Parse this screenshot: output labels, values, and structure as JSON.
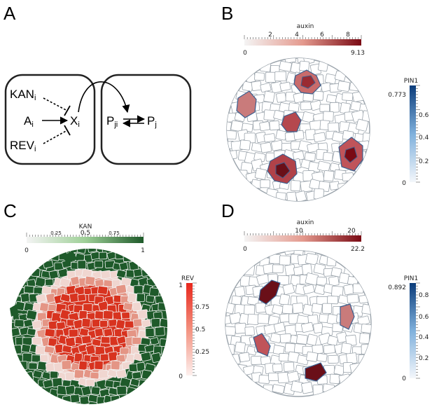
{
  "panels": {
    "A": {
      "letter": "A",
      "nodes": {
        "kan": "KAN",
        "kan_sub": "i",
        "a": "A",
        "a_sub": "i",
        "x": "X",
        "x_sub": "i",
        "rev": "REV",
        "rev_sub": "i",
        "p": "P",
        "p_sub": "ji",
        "pj": "P",
        "pj_sub": "j"
      }
    },
    "B": {
      "letter": "B",
      "auxin_bar": {
        "title": "auxin",
        "ticks": [
          "2",
          "4",
          "6",
          "8"
        ],
        "min": "0",
        "max": "9.13"
      },
      "pin_bar": {
        "title": "PIN1",
        "max": "0.773",
        "ticks": [
          "0.6",
          "0.4",
          "0.2"
        ],
        "min": "0"
      }
    },
    "C": {
      "letter": "C",
      "kan_bar": {
        "title": "KAN",
        "ticks": [
          "0.25",
          "0.5",
          "0.75"
        ],
        "min": "0",
        "max": "1"
      },
      "rev_bar": {
        "title": "REV",
        "max": "1",
        "ticks": [
          "0.75",
          "0.5",
          "0.25"
        ],
        "min": "0"
      }
    },
    "D": {
      "letter": "D",
      "auxin_bar": {
        "title": "auxin",
        "ticks": [
          "10",
          "20"
        ],
        "min": "0",
        "max": "22.2"
      },
      "pin_bar": {
        "title": "PIN1",
        "max": "0.892",
        "ticks": [
          "0.8",
          "0.6",
          "0.4",
          "0.2"
        ],
        "min": "0"
      }
    }
  },
  "colors": {
    "auxin_low": "#f2f2f2",
    "auxin_high": "#7a0a14",
    "pin_high": "#0b3c7a",
    "kan_high": "#1e5a2a",
    "rev_high": "#e8261c",
    "cell_edge": "#9aa3ab",
    "pin_edge": "#3a6ea8"
  }
}
